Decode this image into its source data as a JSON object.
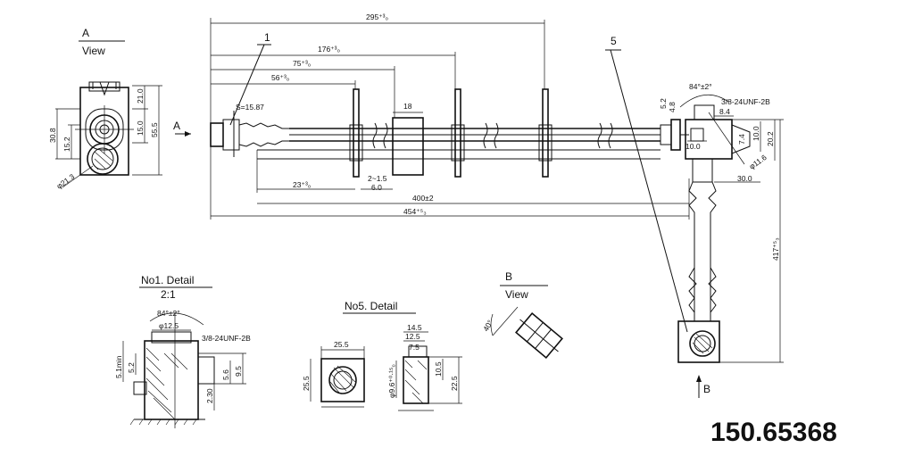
{
  "views": {
    "a_view_letter": "A",
    "a_view_word": "View",
    "b_view_letter": "B",
    "b_view_word": "View",
    "arrow_a": "A",
    "arrow_b": "B"
  },
  "details": {
    "no1_title": "No1. Detail",
    "no1_scale": "2:1",
    "no5_title": "No5. Detail"
  },
  "callouts": {
    "c1": "1",
    "c5": "5"
  },
  "dims": {
    "d295": "295⁺³₀",
    "d176": "176⁺³₀",
    "d75": "75⁺³₀",
    "d56": "56⁺³₀",
    "d18": "18",
    "d23": "23⁺³₀",
    "d2_1_5": "2~1.5",
    "d6_0": "6.0",
    "d400": "400±2",
    "d454": "454⁺⁵₃",
    "s1587": "S=15.87",
    "d84": "84°±2°",
    "thread": "3/8-24UNF-2B",
    "d5_2": "5.2",
    "d4_8": "4.8",
    "d8_4": "8.4",
    "d7_4": "7.4",
    "d10_0a": "10.0",
    "d10_0b": "10.0",
    "d20_2": "20.2",
    "d11_6": "φ11.6",
    "d30_0": "30.0",
    "d417": "417⁺⁵₃",
    "a_21_0": "21.0",
    "a_15_0": "15.0",
    "a_55_5": "55.5",
    "a_30_8": "30.8",
    "a_15_2": "15.2",
    "a_21_3": "φ21.3",
    "n1_84": "84°±2°",
    "n1_12_5": "φ12.5",
    "n1_thread": "3/8-24UNF-2B",
    "n1_5_1": "5.1min",
    "n1_5_2": "5.2",
    "n1_2_30": "2.30",
    "n1_5_6": "5.6",
    "n1_9_5": "9.5",
    "n5_25_5a": "25.5",
    "n5_25_5b": "25.5",
    "n5_14_5": "14.5",
    "n5_12_5": "12.5",
    "n5_7_5": "7.5",
    "n5_9_6": "φ9.6⁺⁰·¹⁵₀",
    "n5_10_5": "10.5",
    "n5_22_5": "22.5",
    "b_40": "40°"
  },
  "part_number": "150.65368"
}
